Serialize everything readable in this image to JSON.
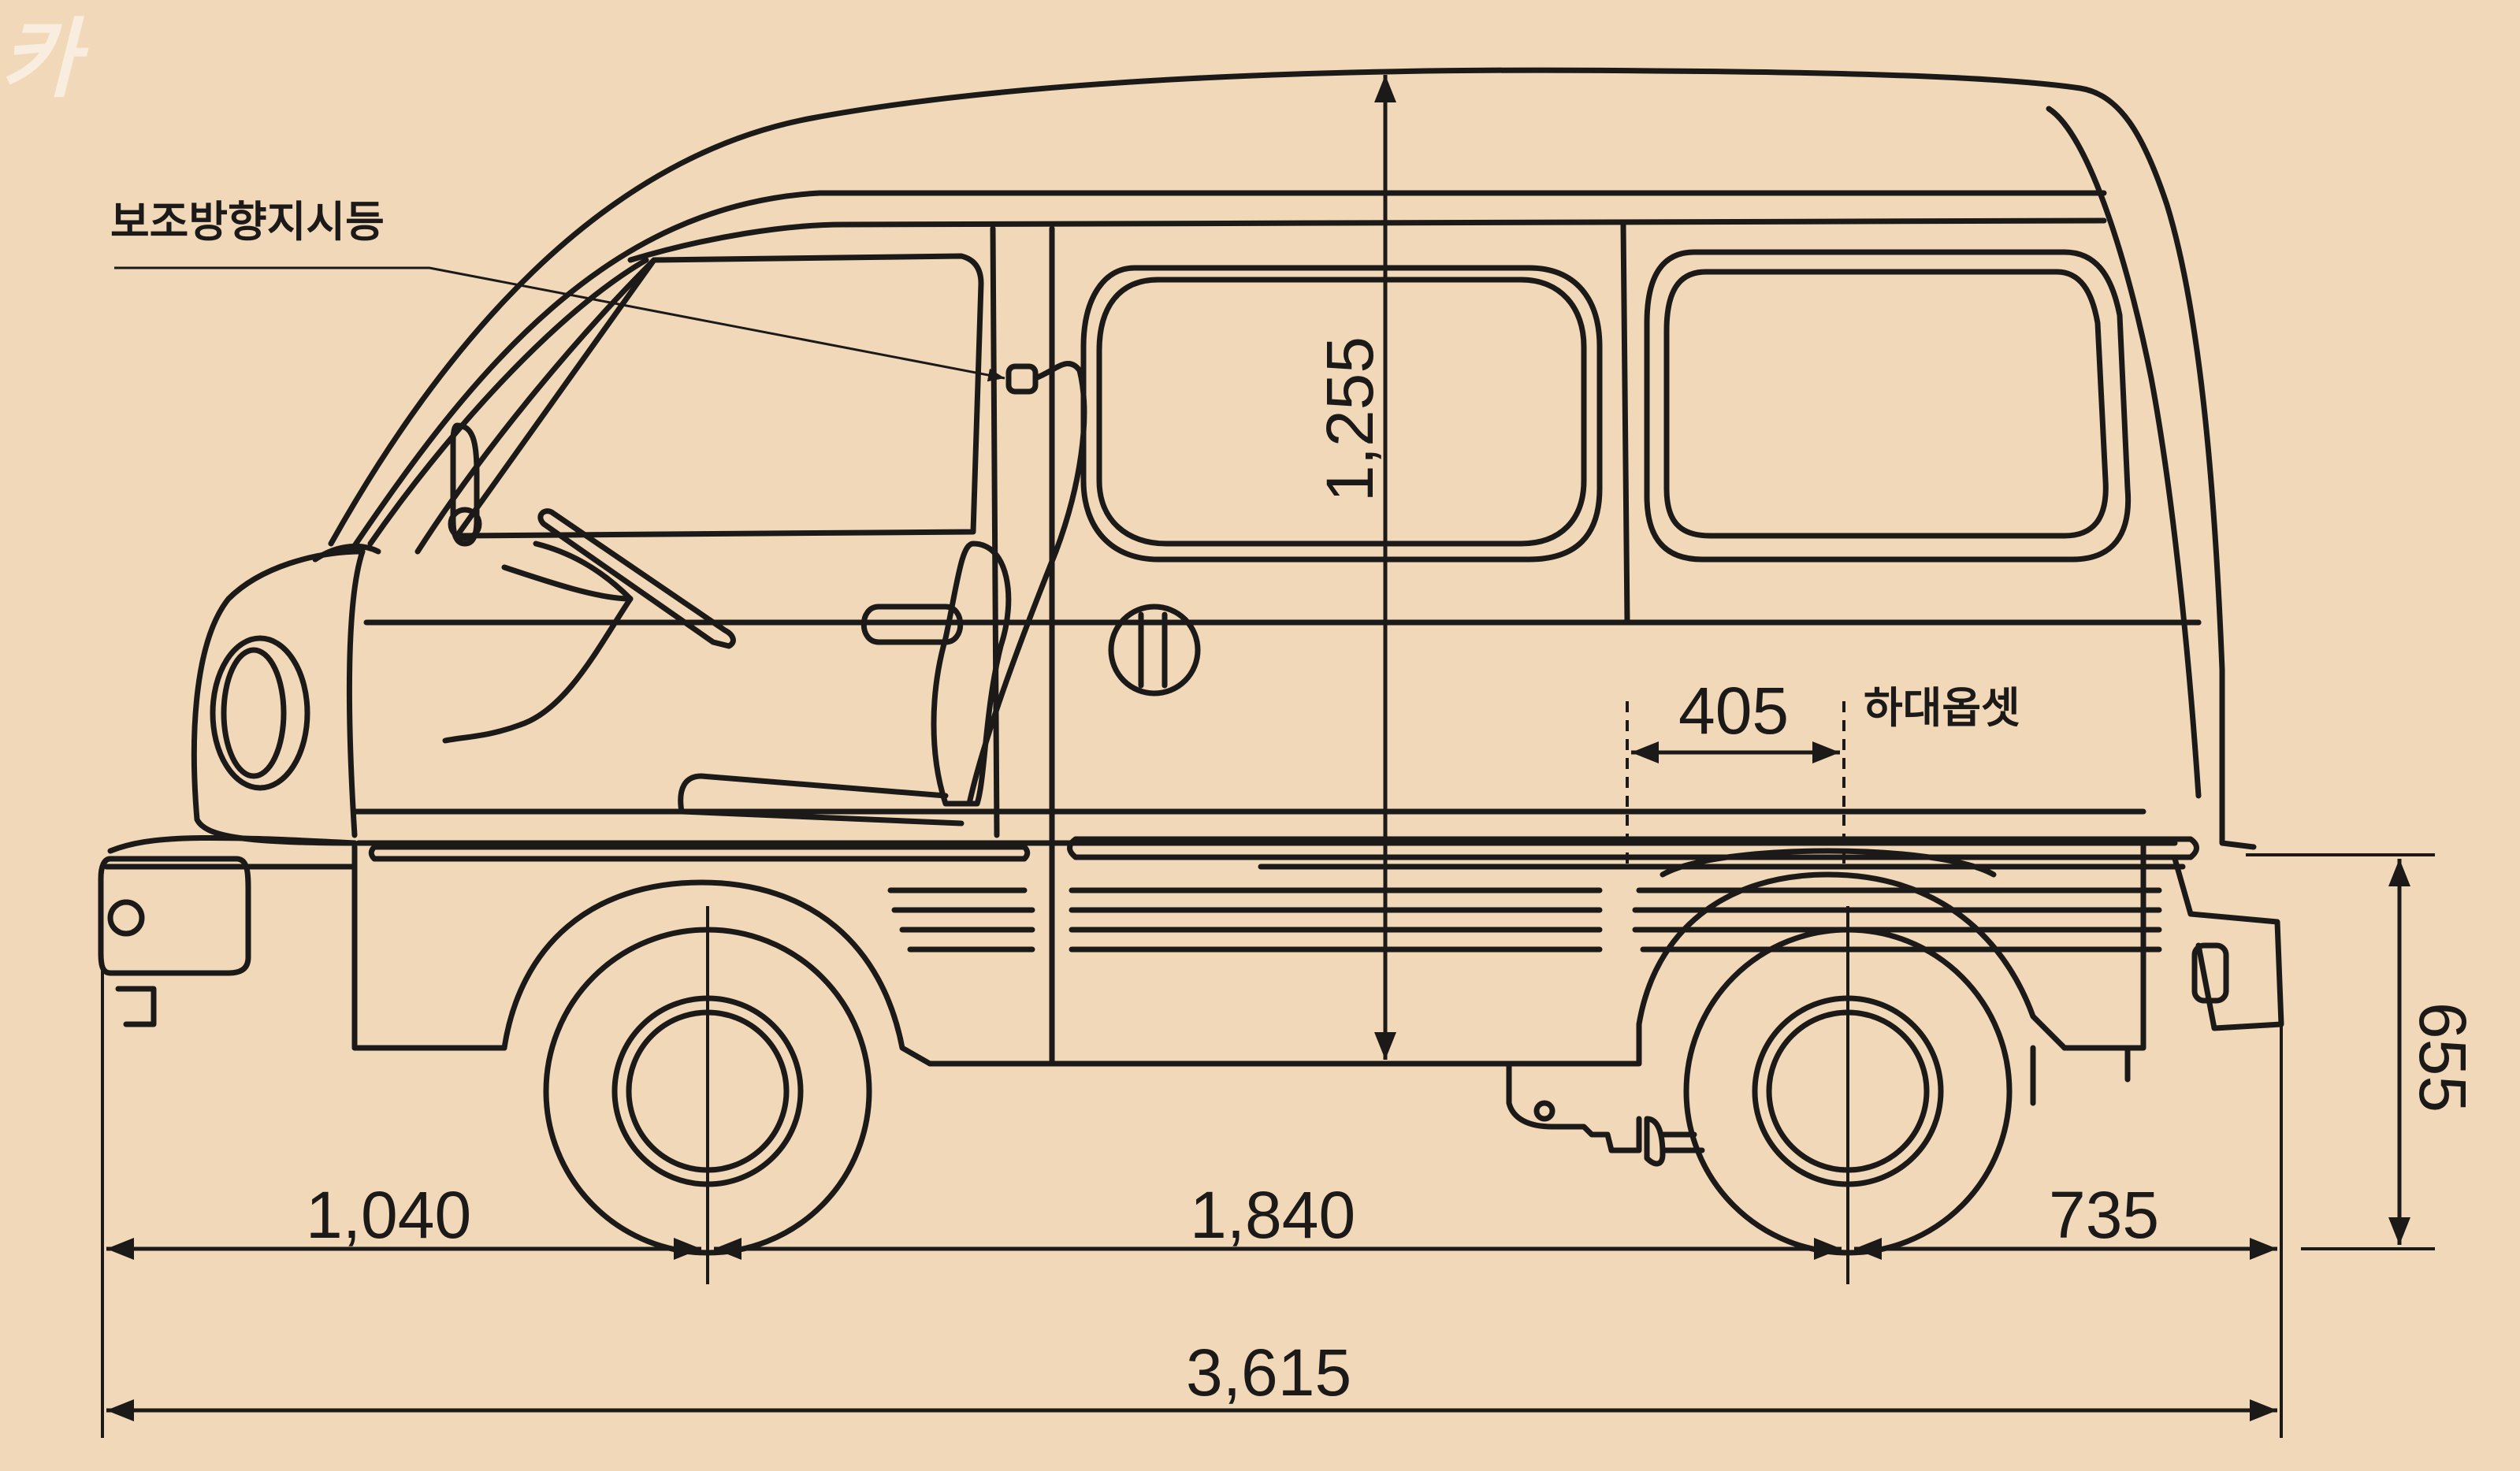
{
  "watermark": "카",
  "annotations": {
    "side_turn_signal": "보조방향지시등",
    "rear_overhang_offset": "하대옵셋"
  },
  "dimensions": {
    "front_overhang": "1,040",
    "wheelbase": "1,840",
    "rear_overhang": "735",
    "overall_length": "3,615",
    "cabin_height": "1,255",
    "rear_height": "655",
    "offset": "405"
  },
  "colors": {
    "background": "#f1d8b8",
    "line": "#1c1a18"
  }
}
